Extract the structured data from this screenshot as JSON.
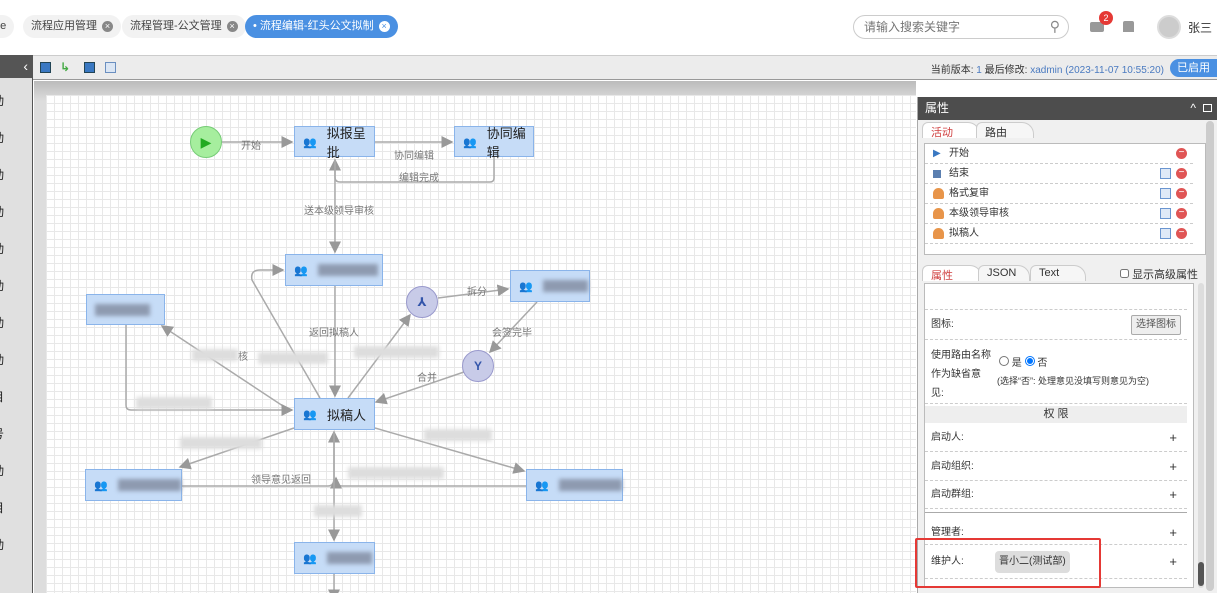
{
  "header": {
    "tabs": [
      {
        "label": "ge"
      },
      {
        "label": "流程应用管理"
      },
      {
        "label": "流程管理-公文管理"
      },
      {
        "label": "流程编辑-红头公文拟制",
        "active": true
      }
    ],
    "search_placeholder": "请输入搜索关键字",
    "notification_count": "2",
    "user_name": "张三"
  },
  "sidebar": {
    "items": [
      "动",
      "动",
      "动",
      "动",
      "动",
      "动",
      "动",
      "动",
      "目",
      "号",
      "动",
      "目",
      "动"
    ]
  },
  "toolbar": {
    "version_label": "当前版本:",
    "version": "1",
    "modified_label": "最后修改:",
    "modified_by": "xadmin (2023-11-07 10:55:20)",
    "status": "已启用"
  },
  "diagram": {
    "nodes": {
      "start": "开始",
      "n1": "拟报呈批",
      "n2": "协同编辑",
      "draft": "拟稿人"
    },
    "edges": {
      "e_start": "开始",
      "e_collab": "协同编辑",
      "e_done": "编辑完成",
      "e_send": "送本级领导审核",
      "e_return": "返回拟稿人",
      "e_split": "拆分",
      "e_sign": "会签完毕",
      "e_merge": "合并",
      "e_lead": "领导意见返回",
      "e_he": "核"
    }
  },
  "panel": {
    "title": "属性",
    "top_tabs": [
      "活动",
      "路由"
    ],
    "activities": [
      "开始",
      "结束",
      "格式复审",
      "本级领导审核",
      "拟稿人"
    ],
    "bottom_tabs": [
      "属性",
      "JSON",
      "Text"
    ],
    "advanced_label": "显示高级属性",
    "icon_label": "图标:",
    "choose_icon": "选择图标",
    "use_route_label": "使用路由名称作为缺省意见:",
    "yes": "是",
    "no": "否",
    "hint": "(选择“否”: 处理意见没填写则意见为空)",
    "section": "权 限",
    "starter": "启动人:",
    "start_org": "启动组织:",
    "start_group": "启动群组:",
    "admin": "管理者:",
    "maintainer": "维护人:",
    "maintainer_value": "晋小二(测试部)"
  },
  "colors": {
    "accent": "#4a90e2",
    "highlight": "#e53935"
  }
}
